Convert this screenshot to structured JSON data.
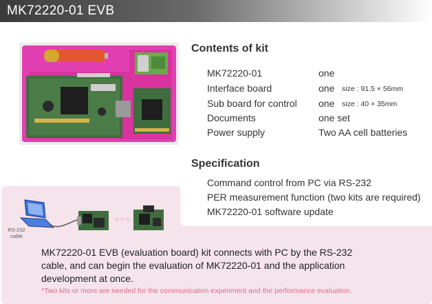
{
  "title": "MK72220-01 EVB",
  "contents": {
    "heading": "Contents of kit",
    "items": [
      {
        "name": "MK72220-01",
        "qty": "one",
        "size": ""
      },
      {
        "name": "Interface board",
        "qty": "one",
        "size": "size : 91.5 × 56mm"
      },
      {
        "name": "Sub board for control",
        "qty": "one",
        "size": "size : 40 × 35mm"
      },
      {
        "name": "Documents",
        "qty": "one set",
        "size": ""
      },
      {
        "name": "Power supply",
        "qty": "Two AA cell batteries",
        "size": ""
      }
    ]
  },
  "specification": {
    "heading": "Specification",
    "items": [
      "Command control from PC via RS-232",
      "PER measurement function (two kits are required)",
      "MK72220-01 software update"
    ]
  },
  "diagram": {
    "cable_label_line1": "RS-232",
    "cable_label_line2": "cable"
  },
  "description": "MK72220-01 EVB (evaluation board) kit connects with PC by the RS-232 cable, and can begin the evaluation of MK72220-01 and the application development at once.",
  "footnote": "*Two kits or more are needed for the communication experiment and the performance evaluation.",
  "colors": {
    "tray_magenta": "#e23fb2",
    "pcb_green": "#3f6d3f",
    "footnote_pink": "#e06a8a"
  }
}
